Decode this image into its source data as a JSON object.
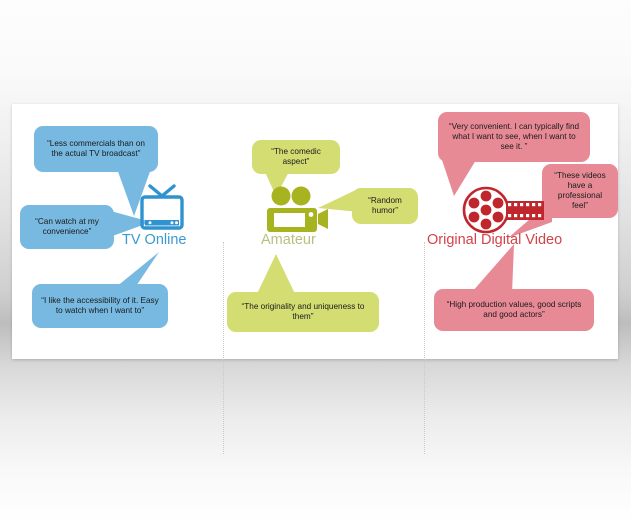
{
  "canvas": {
    "background_gradient": "grey-vertical",
    "card_background": "#ffffff"
  },
  "columns": [
    {
      "id": "tv-online",
      "label": "TV Online",
      "icon": "television-icon",
      "accent_color": "#3a9ad0",
      "bubble_color": "#77b9e0",
      "quotes": [
        {
          "id": "q-less-commercials",
          "text": "“Less commercials than on the actual TV broadcast”"
        },
        {
          "id": "q-can-watch",
          "text": "“Can watch at my convenience”"
        },
        {
          "id": "q-accessibility",
          "text": "“I like the accessibility of it. Easy to watch when I want to”"
        }
      ]
    },
    {
      "id": "amateur",
      "label": "Amateur",
      "icon": "video-camera-icon",
      "accent_color": "#b9bf7e",
      "bubble_color": "#d3dd72",
      "quotes": [
        {
          "id": "q-comedic-aspect",
          "text": "“The comedic aspect”"
        },
        {
          "id": "q-random-humor",
          "text": "“Random humor”"
        },
        {
          "id": "q-originality",
          "text": "“The originality and uniqueness to them”"
        }
      ]
    },
    {
      "id": "original-digital-video",
      "label": "Original Digital Video",
      "icon": "film-reel-icon",
      "accent_color": "#d2434a",
      "bubble_color": "#e78a96",
      "quotes": [
        {
          "id": "q-very-convenient",
          "text": "“Very convenient.  I can typically find what I want to see, when I want to see it. ”"
        },
        {
          "id": "q-professional-feel",
          "text": "“These videos have a professional feel”"
        },
        {
          "id": "q-high-production",
          "text": "“High production values, good scripts and good actors”"
        }
      ]
    }
  ]
}
